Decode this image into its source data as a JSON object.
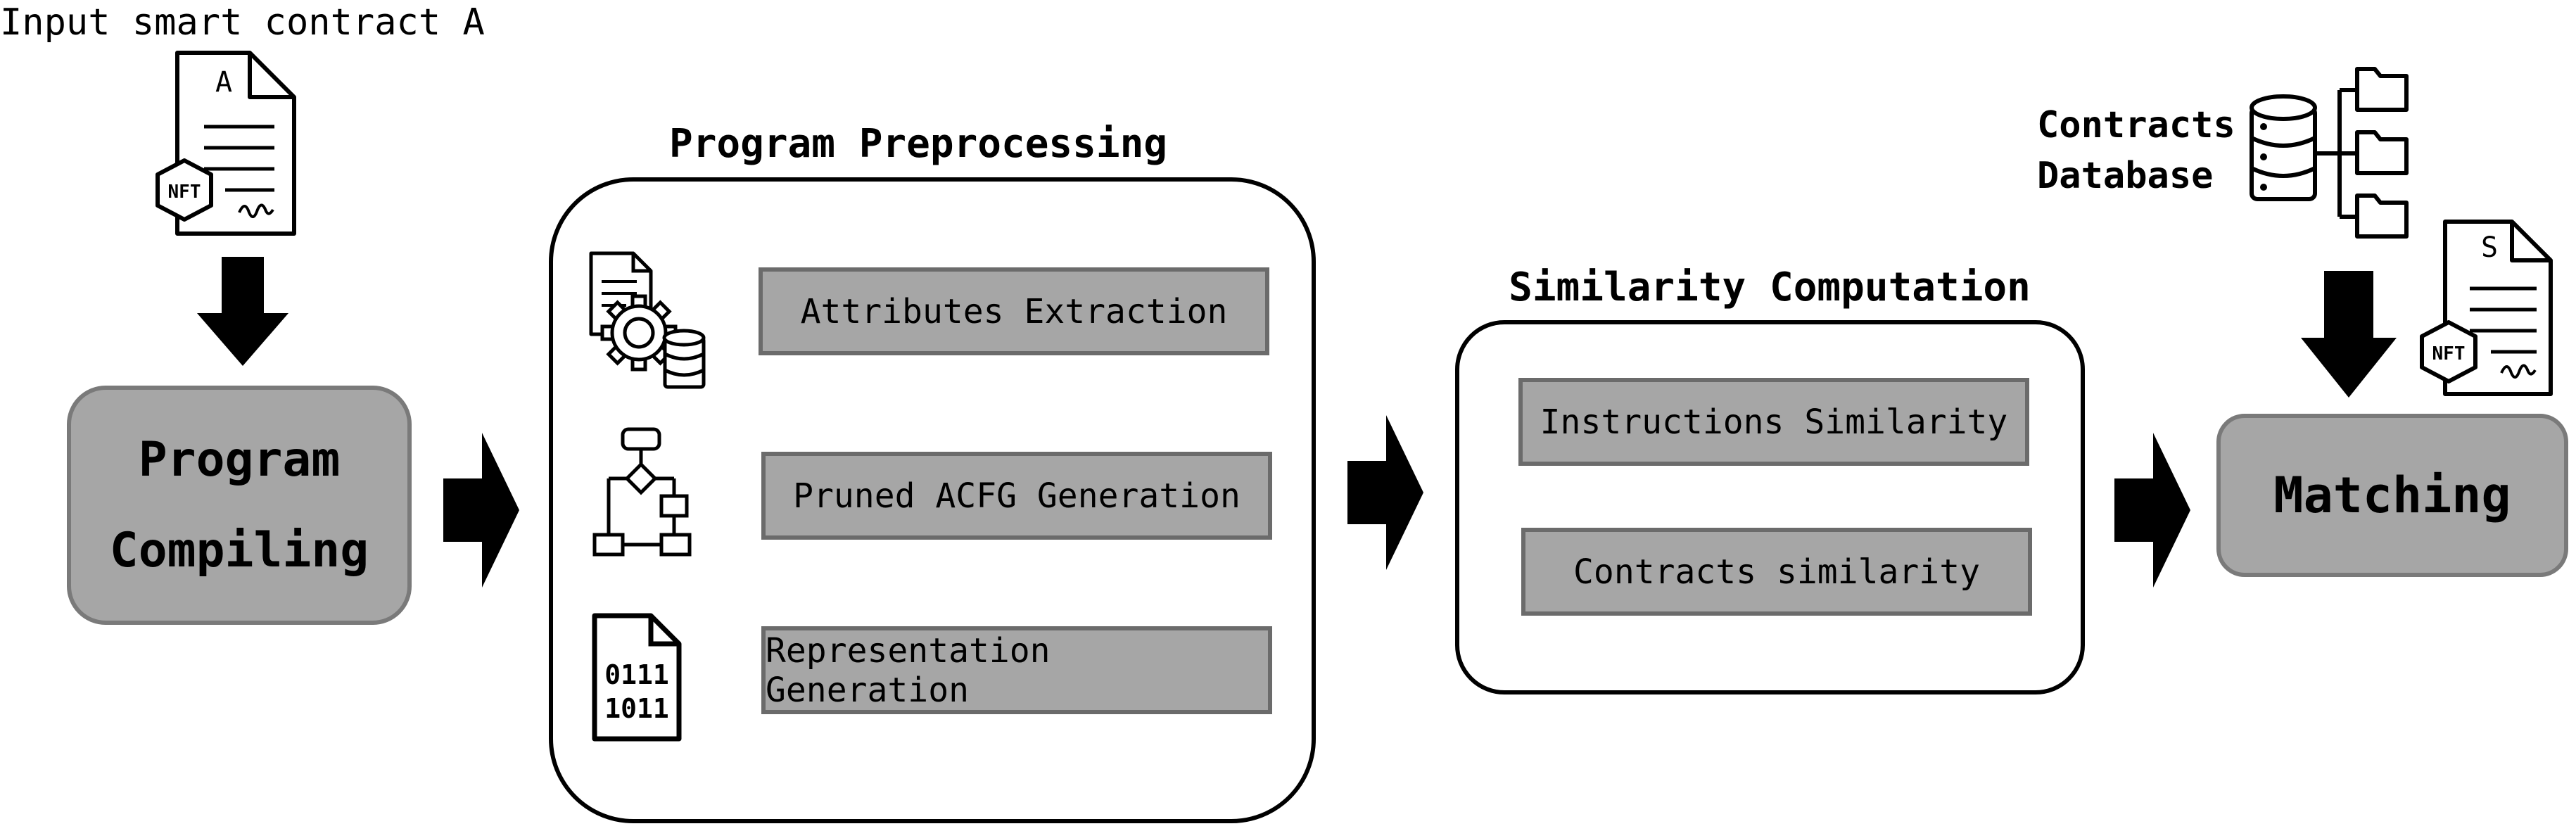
{
  "input_label": "Input smart contract A",
  "doc_a": {
    "letter": "A",
    "badge": "NFT"
  },
  "program_compiling": {
    "line1": "Program",
    "line2": "Compiling"
  },
  "preprocessing": {
    "title": "Program Preprocessing",
    "steps": [
      "Attributes Extraction",
      "Pruned ACFG Generation",
      "Representation Generation"
    ],
    "binary_icon": {
      "row1": "0111",
      "row2": "1011"
    }
  },
  "similarity": {
    "title": "Similarity Computation",
    "steps": [
      "Instructions Similarity",
      "Contracts similarity"
    ]
  },
  "database": {
    "line1": "Contracts",
    "line2": "Database"
  },
  "doc_s": {
    "letter": "S",
    "badge": "NFT"
  },
  "matching": {
    "label": "Matching"
  },
  "colors": {
    "box_fill": "#a6a6a6",
    "box_border": "#6b6b6b",
    "arrow": "#000000"
  }
}
